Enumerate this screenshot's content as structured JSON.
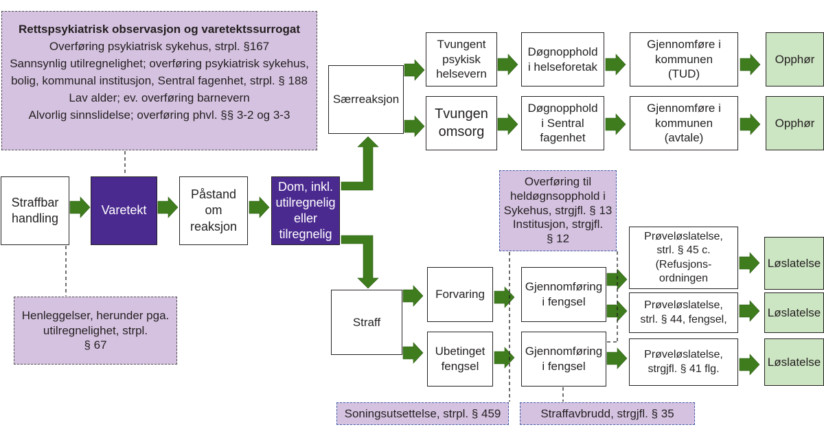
{
  "info_box": {
    "title": "Rettspsykiatrisk observasjon og varetektssurrogat",
    "lines": [
      "Overføring psykiatrisk sykehus, strpl. §167",
      "Sannsynlig utilregnelighet; overføring psykiatrisk sykehus,",
      "bolig, kommunal institusjon, Sentral fagenhet, strpl. § 188",
      "Lav alder; ev. overføring barnevern",
      "Alvorlig sinnslidelse; overføring phvl. §§ 3-2 og 3-3"
    ]
  },
  "nodes": {
    "straffbar": "Straffbar\nhandling",
    "varetekt": "Varetekt",
    "pastand": "Påstand\nom\nreaksjon",
    "dom": "Dom, inkl.\nutilregnelig\neller\ntilregnelig",
    "saerreaksjon": "Særreaksjon",
    "tvungent_psykisk": "Tvungent\npsykisk\nhelsevern",
    "tvungen_omsorg": "Tvungen\nomsorg",
    "dogn_helse": "Døgnopphold\ni helseforetak",
    "dogn_sentral": "Døgnopphold\ni Sentral\nfagenhet",
    "gjennom_tud": "Gjennomføre i\nkommunen\n(TUD)",
    "gjennom_avtale": "Gjennomføre i\nkommunen\n(avtale)",
    "opphor_1": "Opphør",
    "opphor_2": "Opphør",
    "straff": "Straff",
    "forvaring": "Forvaring",
    "ubetinget": "Ubetinget\nfengsel",
    "gjennomforing_1": "Gjennomføring\ni fengsel",
    "gjennomforing_2": "Gjennomføring\ni fengsel",
    "proveloslatelse_1": "Prøveløslatelse,\nstrl. § 45 c.\n(Refusjons-\nordningen",
    "proveloslatelse_2": "Prøveløslatelse,\nstrl. § 44, fengsel,",
    "proveloslatelse_3": "Prøveløslatelse,\nstrgjfl. § 41 flg.",
    "loslatelse_1": "Løslatelse",
    "loslatelse_2": "Løslatelse",
    "loslatelse_3": "Løslatelse"
  },
  "notes": {
    "henleggelser": "Henleggelser, herunder pga.\nutilregnelighet, strpl.\n§ 67",
    "overforing": "Overføring til\nheldøgnsopphold i\nSykehus, strgjfl. § 13\nInstitusjon, strgjfl.\n§ 12",
    "soningsutsettelse": "Soningsutsettelse, strpl. § 459",
    "straffavbrudd": "Straffavbrudd, strgjfl. § 35"
  },
  "colors": {
    "arrow_green": "#3e7c1e",
    "dark_purple": "#4b2a90",
    "lilac": "#d5c2e0",
    "light_green": "#cce5c2",
    "blue_dash": "#3d5da8"
  }
}
